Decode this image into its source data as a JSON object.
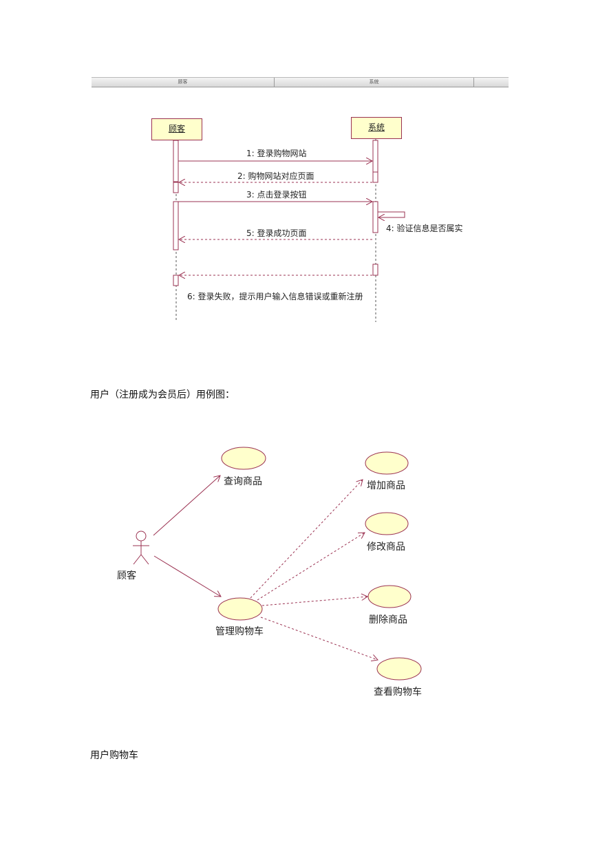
{
  "sequence_diagram": {
    "swimlane_header": [
      "顾客",
      "系统"
    ],
    "lifelines": [
      "顾客",
      "系统"
    ],
    "messages": [
      "1: 登录购物网站",
      "2: 购物网站对应页面",
      "3: 点击登录按钮",
      "4: 验证信息是否属实",
      "5: 登录成功页面",
      "6: 登录失败，提示用户输入信息错误或重新注册"
    ]
  },
  "paragraph_1": "用户（注册成为会员后）用例图：",
  "use_case_diagram": {
    "actor": "顾客",
    "use_cases": [
      "查询商品",
      "增加商品",
      "修改商品",
      "删除商品",
      "管理购物车",
      "查看购物车"
    ]
  },
  "paragraph_2": "用户购物车",
  "colors": {
    "line": "#9a3050",
    "fill": "#ffffcc"
  }
}
